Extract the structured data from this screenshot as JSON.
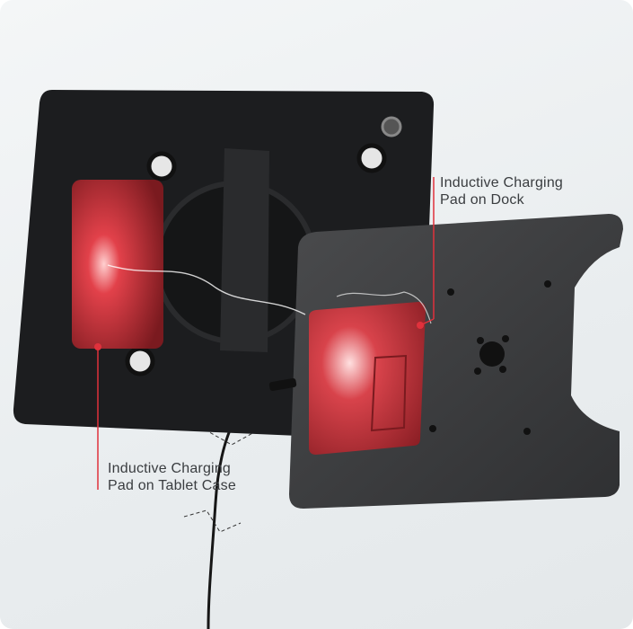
{
  "annotations": {
    "dock_pad": {
      "line1": "Inductive Charging",
      "line2": "Pad on Dock"
    },
    "case_pad": {
      "line1": "Inductive Charging",
      "line2": "Pad on Tablet Case"
    }
  },
  "colors": {
    "accent": "#e0313c",
    "pad": "#b8262e",
    "body": "#1e1f21",
    "dock": "#3a3b3d"
  }
}
